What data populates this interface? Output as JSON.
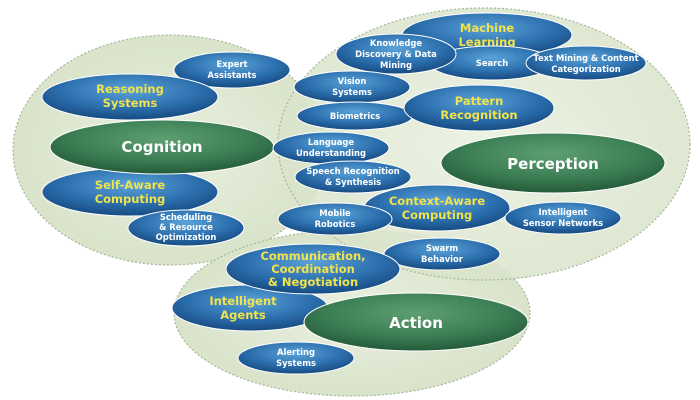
{
  "diagram": {
    "regions": [
      {
        "id": "cognition",
        "label": "Cognition"
      },
      {
        "id": "perception",
        "label": "Perception"
      },
      {
        "id": "action",
        "label": "Action"
      }
    ],
    "nodes": {
      "expert_assistants": [
        "Expert",
        "Assistants"
      ],
      "reasoning_systems": [
        "Reasoning",
        "Systems"
      ],
      "self_aware_computing": [
        "Self-Aware",
        "Computing"
      ],
      "scheduling": [
        "Scheduling",
        "& Resource",
        "Optimization"
      ],
      "machine_learning": [
        "Machine",
        "Learning"
      ],
      "knowledge_discovery": [
        "Knowledge",
        "Discovery & Data",
        "Mining"
      ],
      "search": [
        "Search"
      ],
      "text_mining": [
        "Text Mining & Content",
        "Categorization"
      ],
      "vision_systems": [
        "Vision",
        "Systems"
      ],
      "biometrics": [
        "Biometrics"
      ],
      "pattern_recognition": [
        "Pattern",
        "Recognition"
      ],
      "language_understanding": [
        "Language",
        "Understanding"
      ],
      "speech_recognition": [
        "Speech Recognition",
        "& Synthesis"
      ],
      "mobile_robotics": [
        "Mobile",
        "Robotics"
      ],
      "context_aware_computing": [
        "Context-Aware",
        "Computing"
      ],
      "intelligent_sensor_networks": [
        "Intelligent",
        "Sensor Networks"
      ],
      "swarm_behavior": [
        "Swarm",
        "Behavior"
      ],
      "communication": [
        "Communication,",
        "Coordination",
        "& Negotiation"
      ],
      "intelligent_agents": [
        "Intelligent",
        "Agents"
      ],
      "alerting_systems": [
        "Alerting",
        "Systems"
      ]
    },
    "colors": {
      "region_fill": "#dfe8d2",
      "region_stroke": "#a6b79c",
      "blue_node": "#2c6fae",
      "green_node": "#3d7f55",
      "yellow_text": "#f2e34a"
    }
  }
}
